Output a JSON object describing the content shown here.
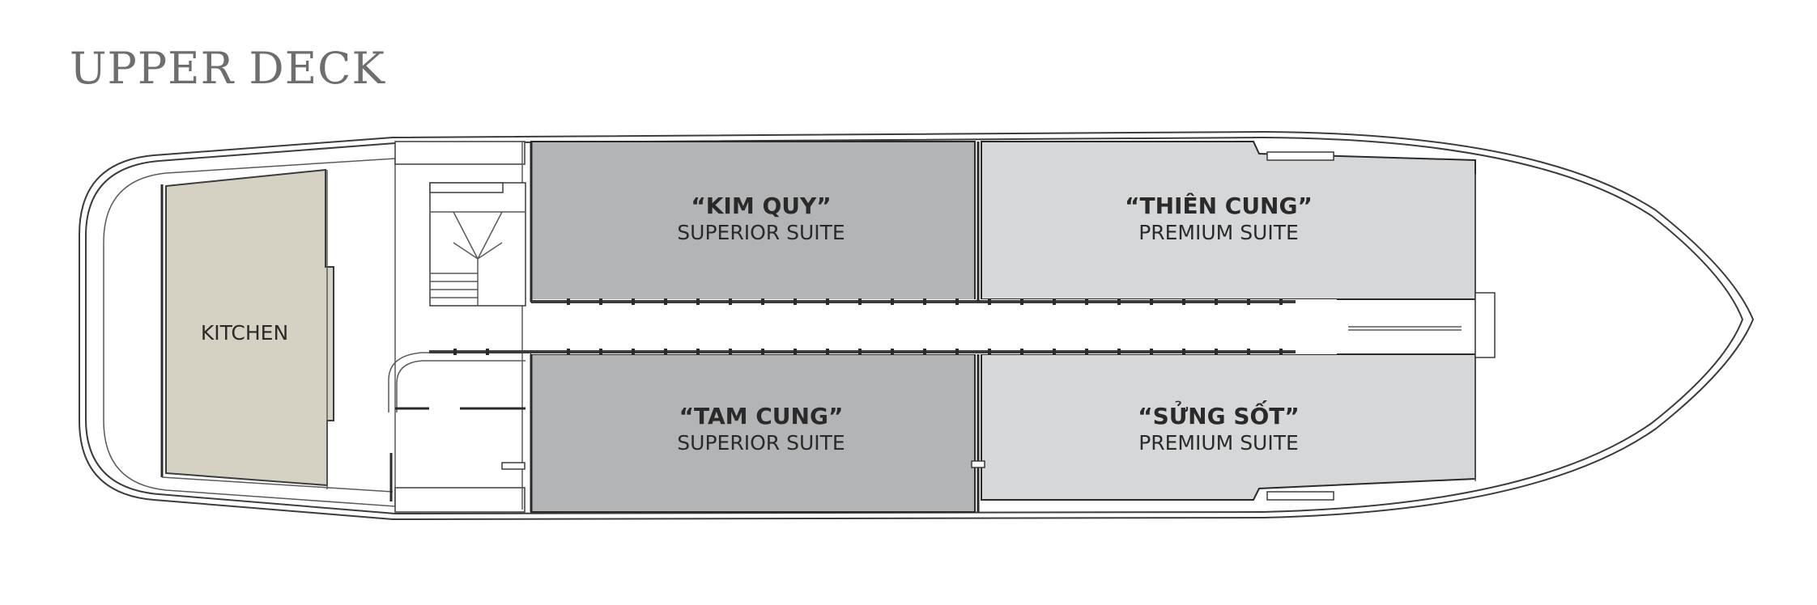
{
  "title": "UPPER DECK",
  "colors": {
    "title": "#6e6e6e",
    "superior_suite_fill": "#b3b4b6",
    "premium_suite_fill": "#d6d7d9",
    "kitchen_fill": "#d5d1c3",
    "corridor_fill": "#ffffff",
    "hull_line": "#3c3c3c"
  },
  "rooms": {
    "kitchen": {
      "label": "KITCHEN"
    },
    "kim_quy": {
      "name": "“KIM QUY”",
      "type": "SUPERIOR SUITE"
    },
    "thien_cung": {
      "name": "“THIÊN CUNG”",
      "type": "PREMIUM SUITE"
    },
    "tam_cung": {
      "name": "“TAM CUNG”",
      "type": "SUPERIOR SUITE"
    },
    "sung_sot": {
      "name": "“SỬNG SỐT”",
      "type": "PREMIUM SUITE"
    }
  }
}
